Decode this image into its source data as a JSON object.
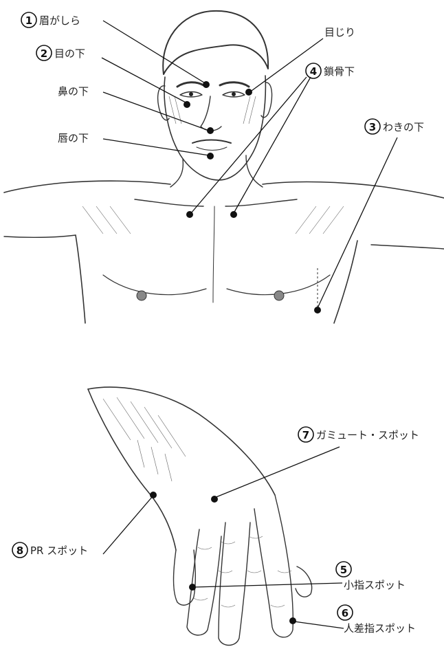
{
  "labels": {
    "mayugashira": {
      "num": "1",
      "text": "眉がしら"
    },
    "me_no_shita": {
      "num": "2",
      "text": "目の下"
    },
    "hana_no_shita": {
      "text": "鼻の下"
    },
    "kuchibiru_no_shita": {
      "text": "唇の下"
    },
    "mejiri": {
      "text": "目じり"
    },
    "sakotsu_shita": {
      "num": "4",
      "text": "鎖骨下"
    },
    "waki_no_shita": {
      "num": "3",
      "text": "わきの下"
    },
    "gamut_spot": {
      "num": "7",
      "text": "ガミュート・スポット"
    },
    "pr_spot": {
      "num": "8",
      "text": "PR スポット"
    },
    "koyubi_spot": {
      "num": "5",
      "text": "小指スポット"
    },
    "hitosashiyubi_spot": {
      "num": "6",
      "text": "人差指スポット"
    }
  },
  "colors": {
    "ink": "#111111",
    "paper": "#ffffff",
    "shade": "#666666"
  }
}
